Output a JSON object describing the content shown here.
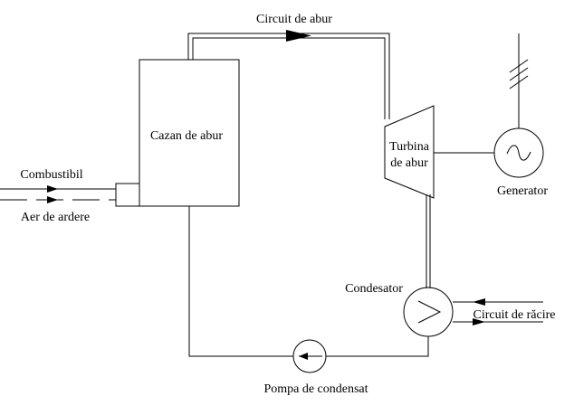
{
  "labels": {
    "steam_circuit": "Circuit de abur",
    "boiler": "Cazan de abur",
    "turbine_line1": "Turbina",
    "turbine_line2": "de abur",
    "generator": "Generator",
    "fuel": "Combustibil",
    "combustion_air": "Aer de ardere",
    "condenser": "Condesator",
    "cooling_circuit": "Circuit de răcire",
    "condensate_pump": "Pompa de condensat"
  },
  "colors": {
    "line": "#000000",
    "background": "#ffffff"
  }
}
